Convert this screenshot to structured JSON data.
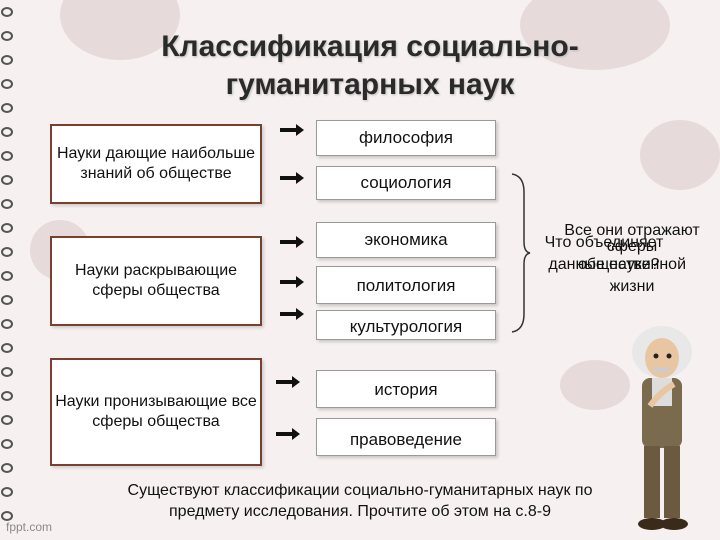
{
  "title": [
    "Классификация социально-",
    "гуманитарных наук"
  ],
  "categories": [
    "Науки дающие наибольше знаний об обществе",
    "Науки раскрывающие сферы общества",
    "Науки пронизывающие все сферы общества"
  ],
  "sciences": [
    "философия",
    "социология",
    "экономика",
    "политология",
    "культурология",
    "история",
    "правоведение"
  ],
  "overlap_text_1": [
    "Все они отражают",
    "сферы",
    "общественной",
    "жизни"
  ],
  "overlap_text_2": [
    "Что объединяет",
    "данные науки?"
  ],
  "bottom_text": [
    "Существуют классификации социально-гуманитарных наук по",
    "предмету исследования. Прочтите об этом на с.8-9"
  ],
  "logo": "fppt.com",
  "colors": {
    "background": "#f6f1f0",
    "box_border": "#7a3f30",
    "accent": "#7a3f30"
  }
}
